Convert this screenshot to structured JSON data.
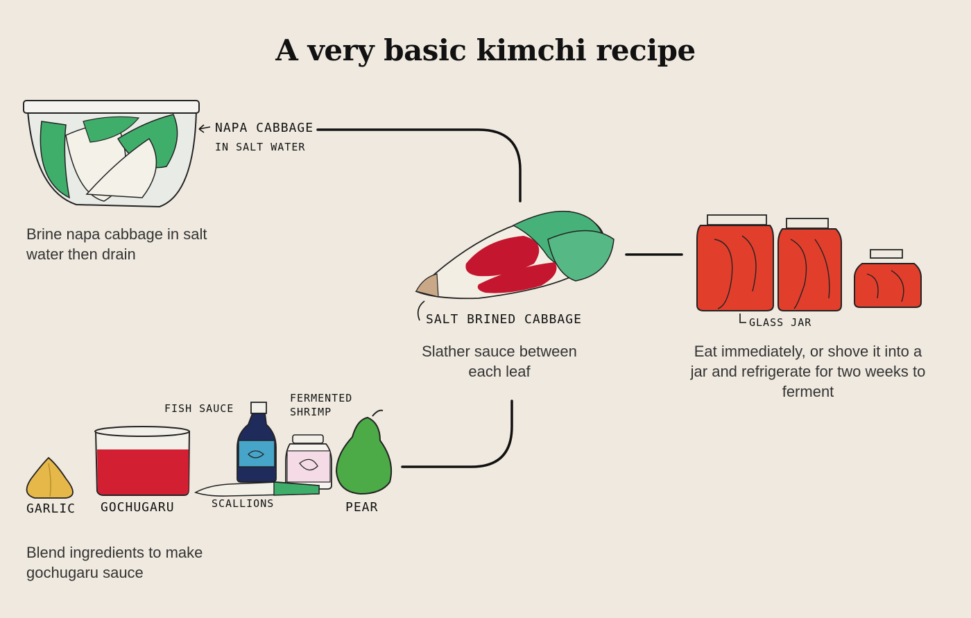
{
  "title": "A very basic kimchi recipe",
  "steps": {
    "brine": "Brine napa cabbage in salt water then drain",
    "slather": "Slather sauce between each leaf",
    "eat": "Eat immediately, or shove it into a jar and refrigerate for two weeks to ferment",
    "blend": "Blend ingredients to make gochugaru sauce"
  },
  "labels": {
    "napa_cabbage_line1": "Napa cabbage",
    "napa_cabbage_line2": "in salt water",
    "salt_brined_cabbage": "Salt brined cabbage",
    "glass_jar": "Glass jar",
    "fish_sauce": "Fish sauce",
    "fermented_line1": "Fermented",
    "fermented_line2": "shrimp",
    "garlic": "Garlic",
    "gochugaru": "Gochugaru",
    "scallions": "Scallions",
    "pear": "Pear"
  },
  "colors": {
    "background": "#efe9df",
    "kimchi_red": "#d93a2b",
    "cabbage_green": "#3fae6a",
    "sauce_red": "#c4162f"
  }
}
